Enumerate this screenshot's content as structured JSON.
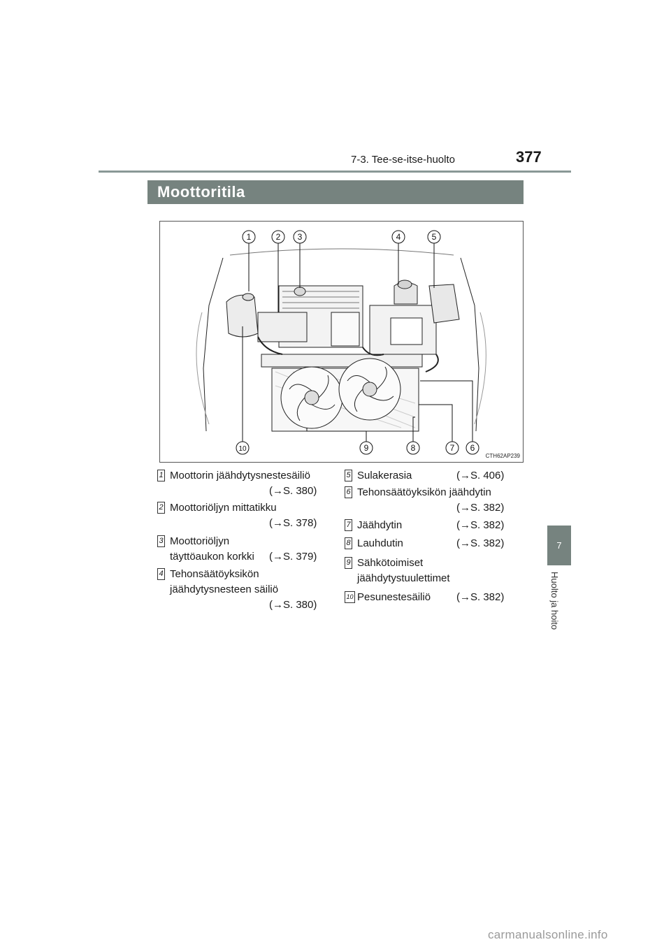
{
  "header": {
    "section": "7-3. Tee-se-itse-huolto",
    "page_number": "377"
  },
  "title": "Moottoritila",
  "side_tab": {
    "chapter_number": "7",
    "chapter_title": "Huolto ja hoito"
  },
  "figure": {
    "code": "CTH62AP239",
    "callouts_top": [
      "1",
      "2",
      "3",
      "4",
      "5"
    ],
    "callouts_bottom": [
      "10",
      "9",
      "8",
      "7",
      "6"
    ]
  },
  "legend": {
    "left": [
      {
        "num": "1",
        "lines": [
          "Moottorin jäähdytysnestesäiliö"
        ],
        "ref": "(→S. 380)"
      },
      {
        "num": "2",
        "lines": [
          "Moottoriöljyn mittatikku"
        ],
        "ref": "(→S. 378)"
      },
      {
        "num": "3",
        "lines": [
          "Moottoriöljyn",
          "täyttöaukon korkki"
        ],
        "ref": "(→S. 379)"
      },
      {
        "num": "4",
        "lines": [
          "Tehonsäätöyksikön",
          "jäähdytysnesteen säiliö"
        ],
        "ref": "(→S. 380)"
      }
    ],
    "right": [
      {
        "num": "5",
        "lines": [
          "Sulakerasia"
        ],
        "ref": "(→S. 406)"
      },
      {
        "num": "6",
        "lines": [
          "Tehonsäätöyksikön jäähdytin"
        ],
        "ref": "(→S. 382)"
      },
      {
        "num": "7",
        "lines": [
          "Jäähdytin"
        ],
        "ref": "(→S. 382)"
      },
      {
        "num": "8",
        "lines": [
          "Lauhdutin"
        ],
        "ref": "(→S. 382)"
      },
      {
        "num": "9",
        "lines": [
          "Sähkötoimiset",
          "jäähdytystuulettimet"
        ],
        "ref": ""
      },
      {
        "num": "10",
        "lines": [
          "Pesunestesäiliö"
        ],
        "ref": "(→S. 382)"
      }
    ]
  },
  "watermark": "carmanualsonline.info"
}
